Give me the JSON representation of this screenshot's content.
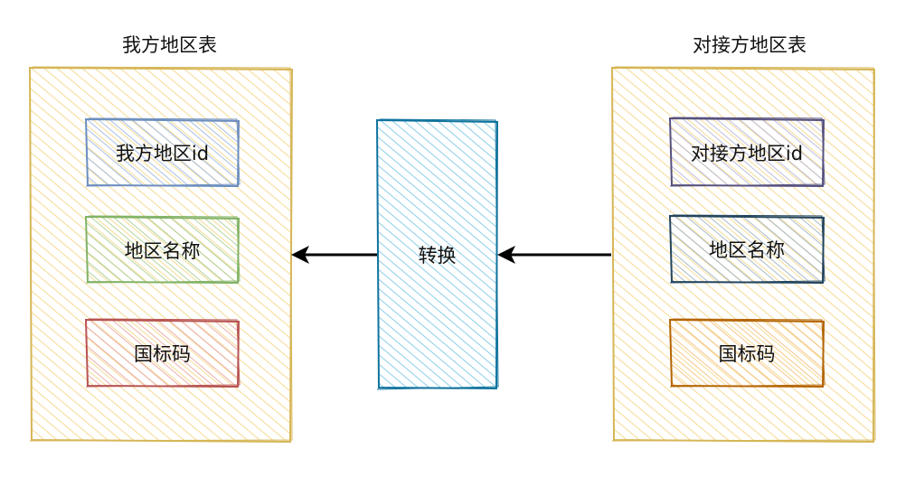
{
  "left_table": {
    "title": "我方地区表",
    "fields": [
      "我方地区id",
      "地区名称",
      "国标码"
    ]
  },
  "right_table": {
    "title": "对接方地区表",
    "fields": [
      "对接方地区id",
      "地区名称",
      "国标码"
    ]
  },
  "converter": {
    "label": "转换"
  },
  "colors": {
    "table_stroke": "#d6b656",
    "table_fill": "#fff2cc",
    "left_field_1": {
      "stroke": "#6c8ebf",
      "fill": "#dae8fc"
    },
    "left_field_2": {
      "stroke": "#82b366",
      "fill": "#d5e8d4"
    },
    "left_field_3": {
      "stroke": "#b85450",
      "fill": "#f8cecc"
    },
    "right_field_1": {
      "stroke": "#56517e",
      "fill": "#d0cee2"
    },
    "right_field_2": {
      "stroke": "#23445d",
      "fill": "#bac8d3"
    },
    "right_field_3": {
      "stroke": "#b46504",
      "fill": "#fad7ac"
    },
    "converter": {
      "stroke": "#10739e",
      "fill": "#b1ddf0"
    },
    "arrow": "#000000"
  }
}
